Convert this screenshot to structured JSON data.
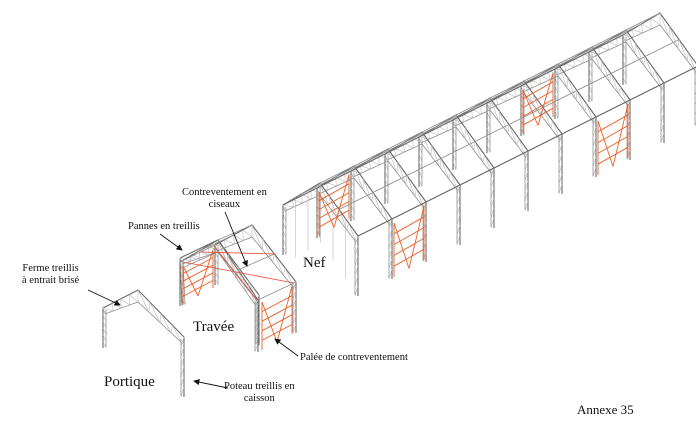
{
  "labels": {
    "ferme": "Ferme treillis\nà entrait brisé",
    "pannes": "Pannes en treillis",
    "contrev": "Contreventement en\nciseaux",
    "nef": "Nef",
    "travee": "Travée",
    "palee": "Palée de contreventement",
    "portique": "Portique",
    "poteau": "Poteau treillis en\ncaisson",
    "annexe": "Annexe 35"
  },
  "colors": {
    "steel": "#8e8e8e",
    "bracing": "#e8602a",
    "text": "#111111"
  }
}
